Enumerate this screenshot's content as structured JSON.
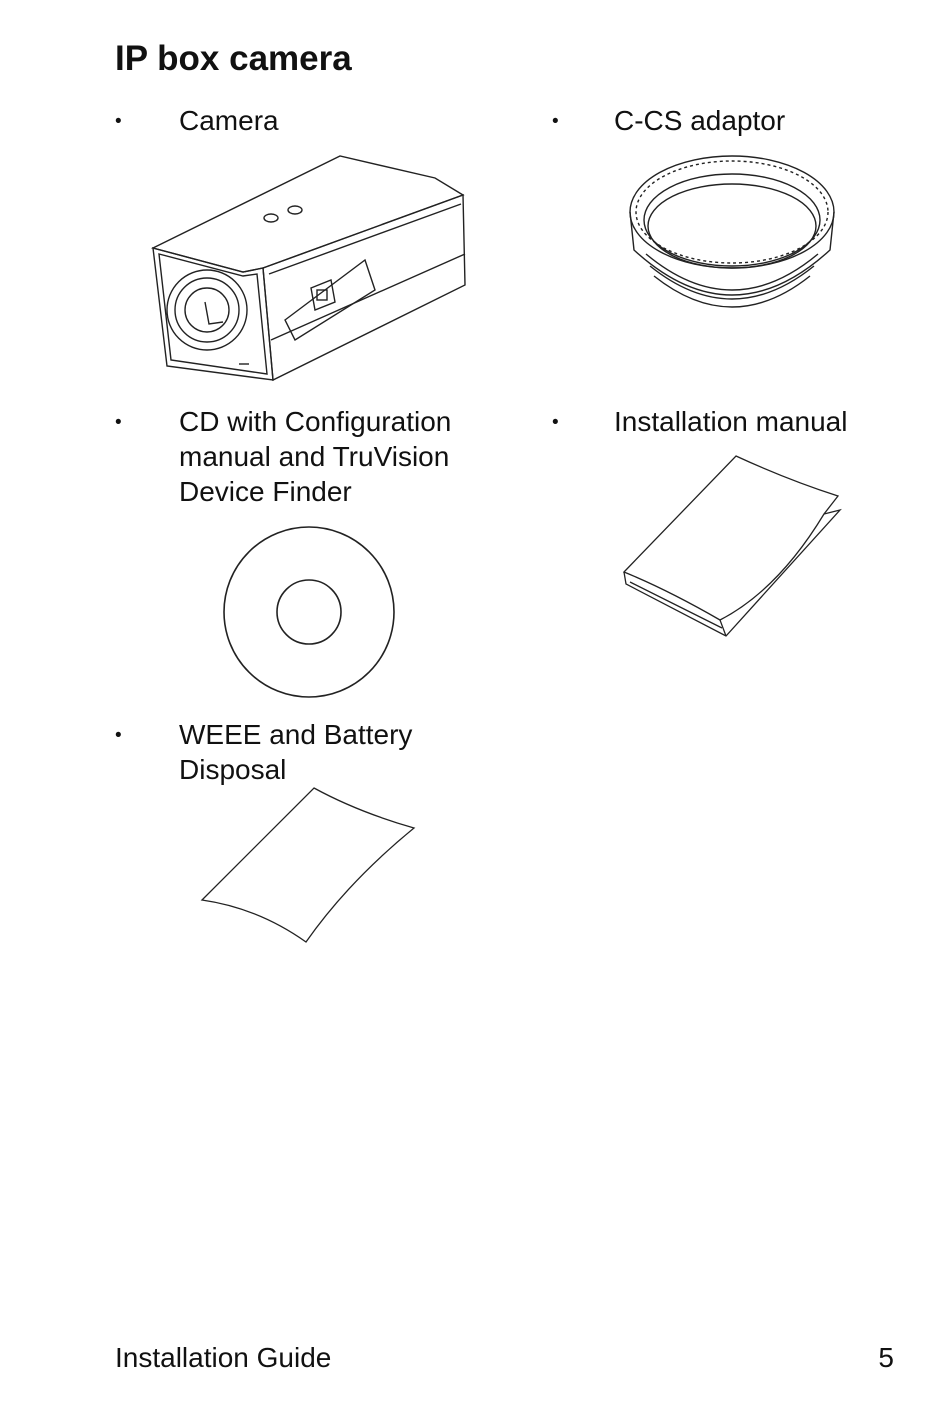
{
  "page": {
    "title": "IP box camera"
  },
  "items": [
    {
      "bullet": "•",
      "label": "Camera",
      "figure_icon": "camera-icon"
    },
    {
      "bullet": "•",
      "label": "C-CS adaptor",
      "figure_icon": "adaptor-ring-icon"
    },
    {
      "bullet": "•",
      "label": "CD with Configuration\nmanual and TruVision\nDevice Finder",
      "figure_icon": "cd-icon"
    },
    {
      "bullet": "•",
      "label": "Installation manual",
      "figure_icon": "booklet-icon"
    },
    {
      "bullet": "•",
      "label": "WEEE and Battery\nDisposal",
      "figure_icon": "sheet-icon"
    }
  ],
  "footer": {
    "doc_name": "Installation Guide",
    "page_number": "5"
  }
}
